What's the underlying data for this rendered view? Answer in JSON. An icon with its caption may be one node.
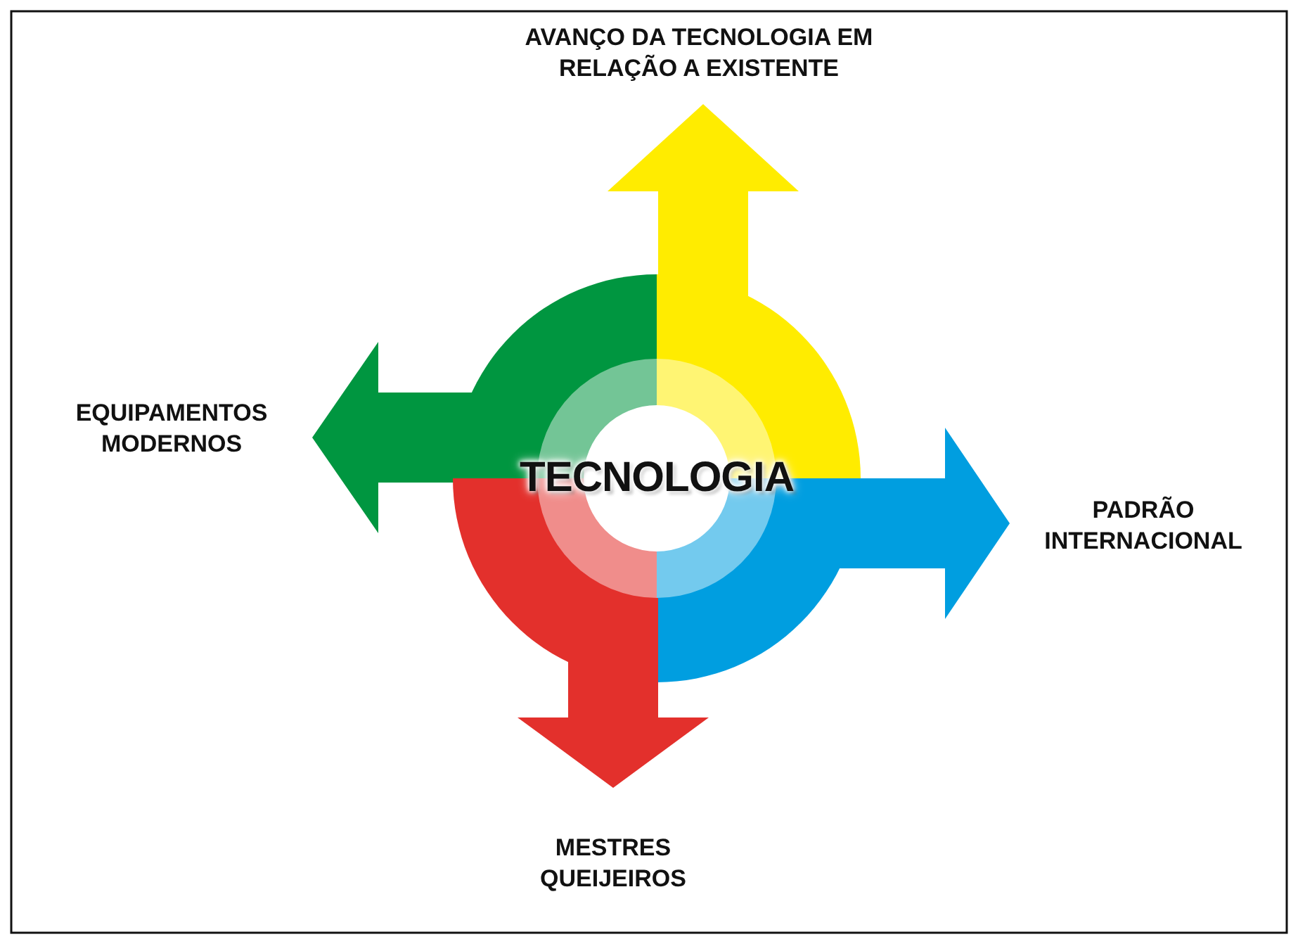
{
  "diagram": {
    "nodes": [
      {
        "text": [
          "TECNOLOGIA"
        ]
      },
      {
        "text": [
          "AVANÇO DA TECNOLOGIA EM RELAÇÃO A EXISTENTE"
        ]
      },
      {
        "text": [
          "EQUIPAMENTOS MODERNOS"
        ]
      },
      {
        "text": [
          "PADRÃO INTERNACIONAL"
        ]
      },
      {
        "text": [
          "MESTRES QUEIJEIROS"
        ]
      }
    ],
    "edges": [
      {
        "from": 0,
        "to": 1,
        "arrow": "to",
        "color": "#ffec00"
      },
      {
        "from": 0,
        "to": 2,
        "arrow": "to",
        "color": "#009640"
      },
      {
        "from": 0,
        "to": 3,
        "arrow": "to",
        "color": "#009ee0"
      },
      {
        "from": 0,
        "to": 4,
        "arrow": "to",
        "color": "#e3302c"
      }
    ]
  }
}
